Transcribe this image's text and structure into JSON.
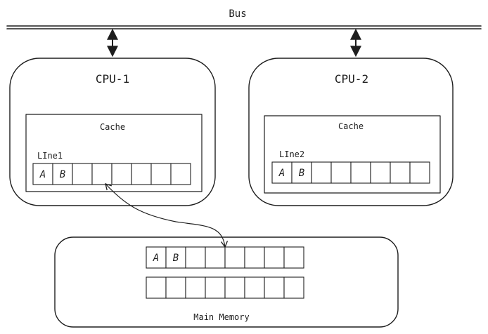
{
  "bus": {
    "label": "Bus"
  },
  "cpus": [
    {
      "title": "CPU-1",
      "cache_label": "Cache",
      "line_label": "LIne1",
      "cells": [
        "A",
        "B",
        "",
        "",
        "",
        "",
        "",
        ""
      ]
    },
    {
      "title": "CPU-2",
      "cache_label": "Cache",
      "line_label": "LIne2",
      "cells": [
        "A",
        "B",
        "",
        "",
        "",
        "",
        "",
        ""
      ]
    }
  ],
  "memory": {
    "label": "Main Memory",
    "rows": [
      [
        "A",
        "B",
        "",
        "",
        "",
        "",
        "",
        ""
      ],
      [
        "",
        "",
        "",
        "",
        "",
        "",
        "",
        ""
      ]
    ]
  },
  "colors": {
    "ink": "#1e1e1e",
    "hatch": "#bdbdbd",
    "background": "#ffffff"
  }
}
